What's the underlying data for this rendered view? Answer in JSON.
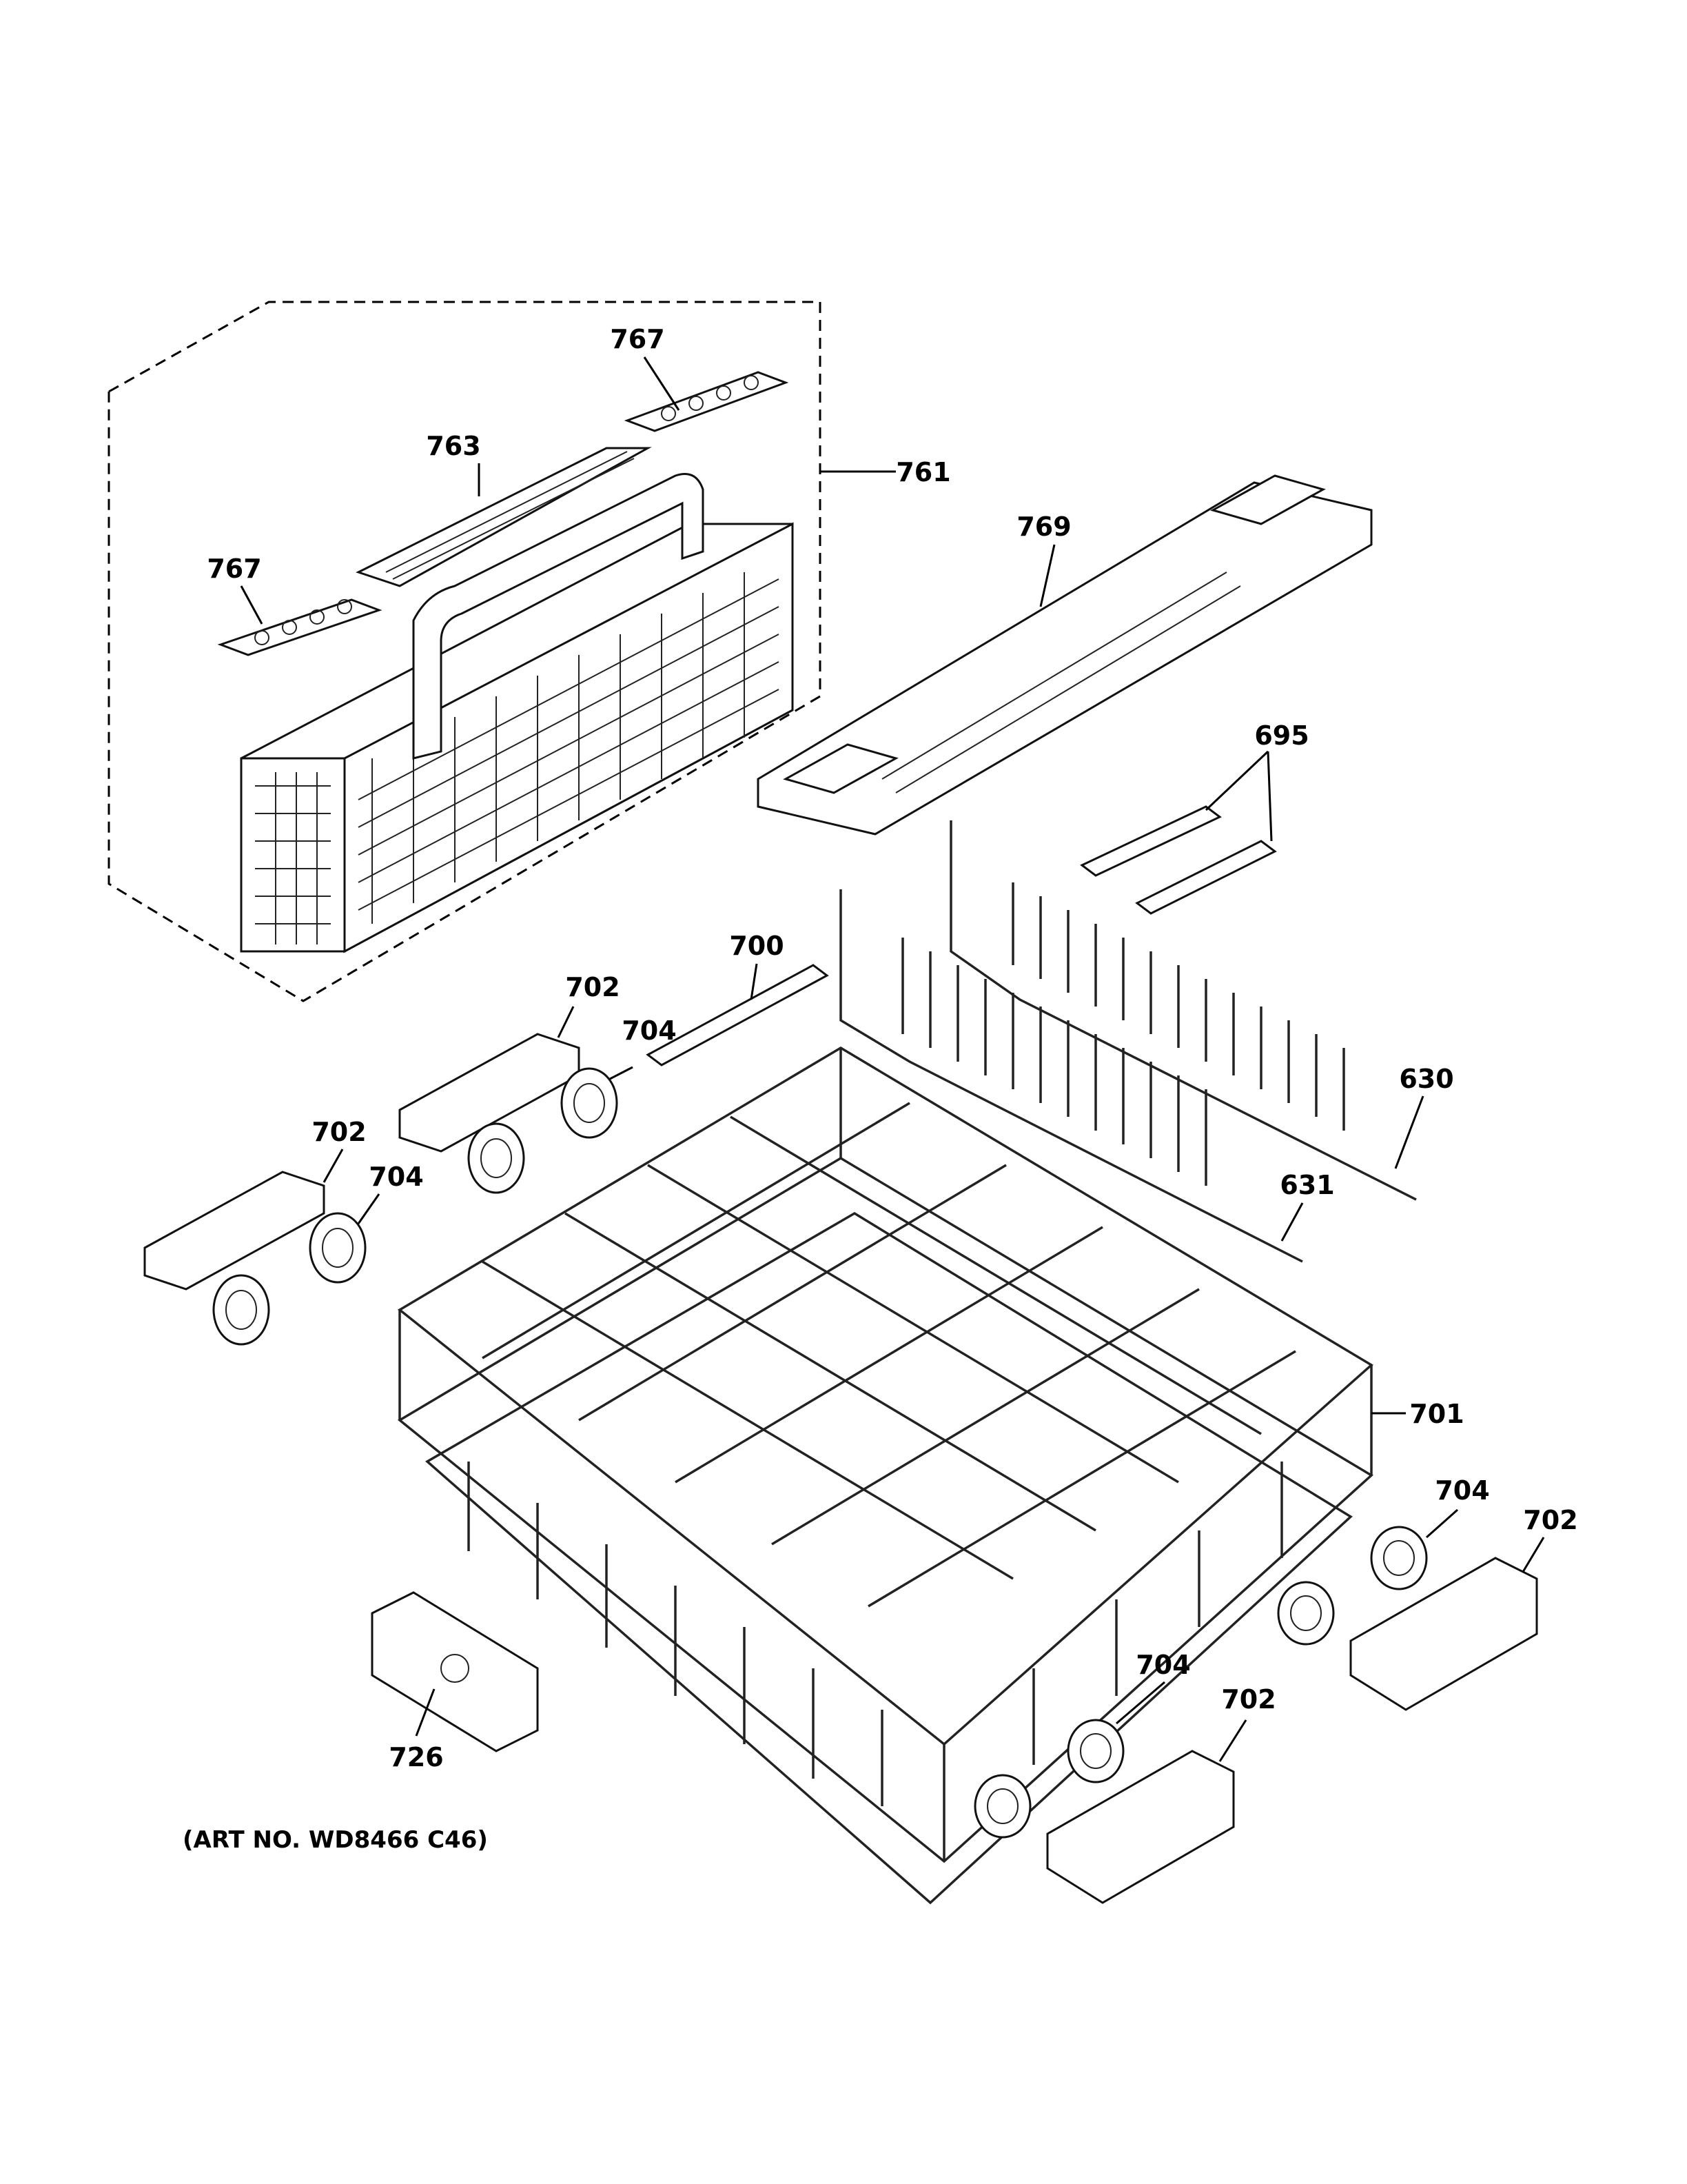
{
  "labels": {
    "l767a": "767",
    "l763": "763",
    "l767b": "767",
    "l761": "761",
    "l769": "769",
    "l695": "695",
    "l700": "700",
    "l702a": "702",
    "l704a": "704",
    "l702b": "702",
    "l704b": "704",
    "l630": "630",
    "l631": "631",
    "l701": "701",
    "l704c": "704",
    "l702c": "702",
    "l704d": "704",
    "l702d": "702",
    "l726": "726"
  },
  "art_number": "(ART NO. WD8466 C46)"
}
